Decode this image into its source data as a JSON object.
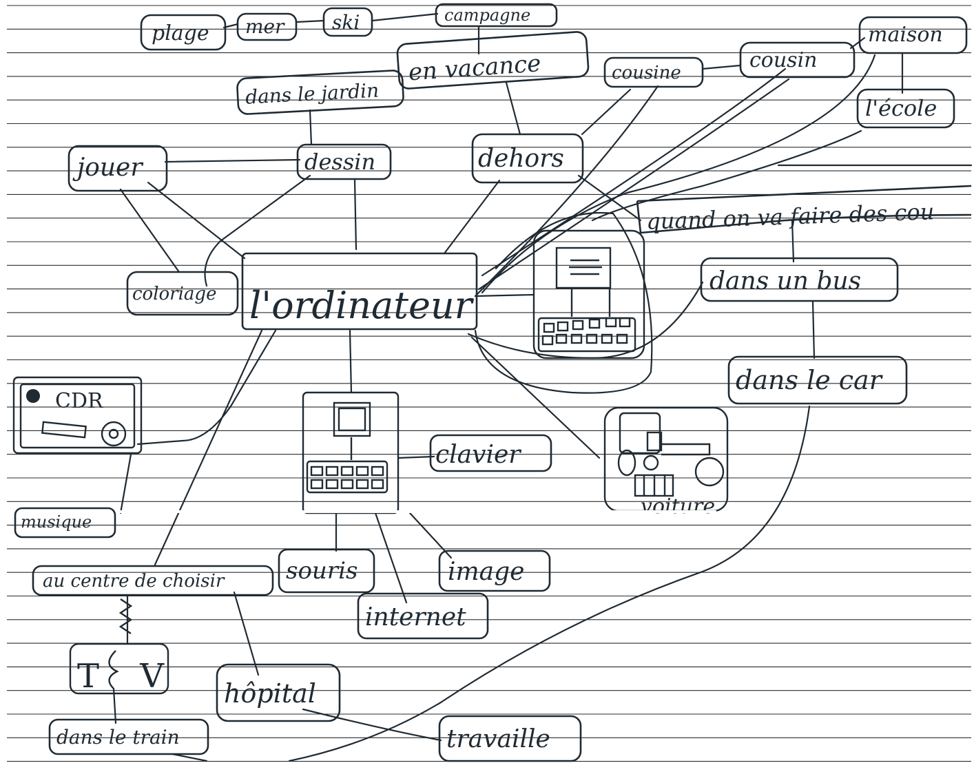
{
  "diagram": {
    "central": {
      "label": "l'ordinateur"
    },
    "nodes": {
      "plage": "plage",
      "mer": "mer",
      "ski": "ski",
      "campagne": "campagne",
      "en_vacance": "en vacance",
      "dans_le_jardin": "dans le jardin",
      "cousine": "cousine",
      "cousin": "cousin",
      "maison": "maison",
      "ecole": "l'école",
      "jouer": "jouer",
      "dessin": "dessin",
      "dehors": "dehors",
      "coloriage": "coloriage",
      "quand_on_va": "quand on va faire des cou",
      "dans_un_bus": "dans un bus",
      "dans_le_car": "dans le car",
      "cdr_badge": "CDR",
      "musique": "musique",
      "clavier": "clavier",
      "voiture": "voiture",
      "souris": "souris",
      "image": "image",
      "internet": "internet",
      "centre_de_choisir": "au centre de choisir",
      "hopital": "hôpital",
      "tv": "T V",
      "dans_le_train": "dans le train",
      "travaille": "travaille"
    },
    "icons": [
      "computer-sketch-icon",
      "laptop-sketch-icon",
      "cd-player-sketch-icon",
      "car-sketch-icon",
      "tv-sketch-icon"
    ],
    "colors": {
      "ink": "#1f2a33",
      "paper": "#ffffff",
      "rules": "#2b2b2b"
    }
  }
}
